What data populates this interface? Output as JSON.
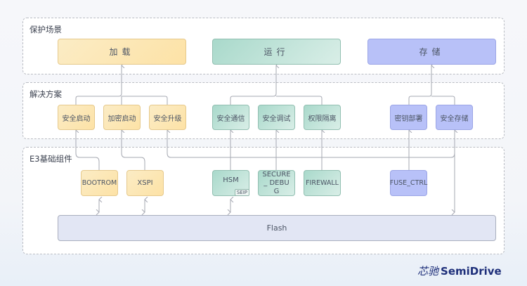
{
  "sections": {
    "scene": {
      "title": "保护场景"
    },
    "solution": {
      "title": "解决方案"
    },
    "base": {
      "title": "E3基础组件"
    }
  },
  "scenarios": [
    {
      "label": "加载",
      "color": "yellow"
    },
    {
      "label": "运行",
      "color": "green"
    },
    {
      "label": "存储",
      "color": "blue"
    }
  ],
  "solutions": [
    {
      "label": "安全启动",
      "color": "yellow"
    },
    {
      "label": "加密启动",
      "color": "yellow"
    },
    {
      "label": "安全升级",
      "color": "yellow"
    },
    {
      "label": "安全通信",
      "color": "green"
    },
    {
      "label": "安全调试",
      "color": "green"
    },
    {
      "label": "权限隔离",
      "color": "green"
    },
    {
      "label": "密钥部署",
      "color": "blue"
    },
    {
      "label": "安全存储",
      "color": "blue"
    }
  ],
  "components": [
    {
      "label": "BOOTROM",
      "color": "yellow"
    },
    {
      "label": "XSPI",
      "color": "yellow"
    },
    {
      "label": "HSM",
      "color": "green",
      "badge": "SEIP"
    },
    {
      "label": "SECURE_ DEBUG",
      "color": "green"
    },
    {
      "label": "FIREWALL",
      "color": "green"
    },
    {
      "label": "FUSE_CTRL",
      "color": "blue"
    }
  ],
  "storage": {
    "label": "Flash"
  },
  "colors": {
    "yellow": "#fde2a6",
    "green": "#a9d9cb",
    "blue": "#b8c1f8",
    "flash": "#e2e6f4",
    "line": "#a6a9b2"
  },
  "logo": {
    "cn": "芯驰",
    "en": "SemiDrive"
  }
}
